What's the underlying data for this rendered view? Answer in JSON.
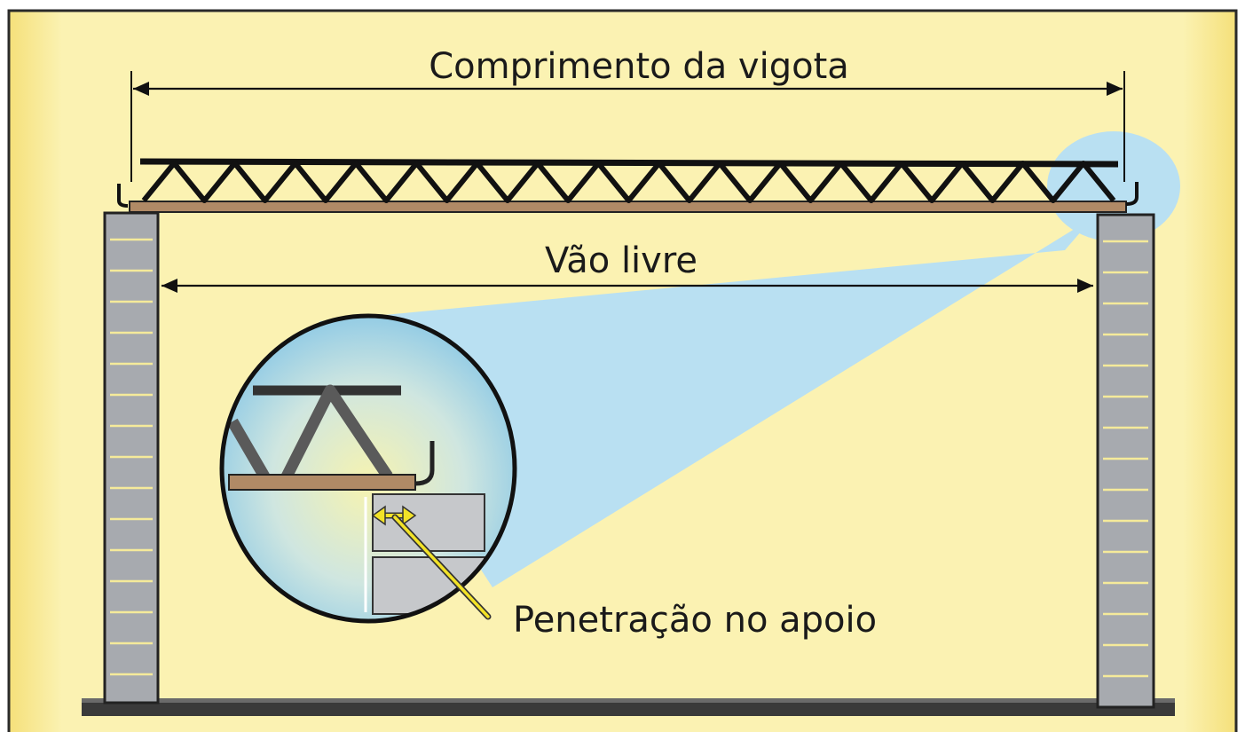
{
  "labels": {
    "beam_length": "Comprimento da vigota",
    "clear_span": "Vão livre",
    "support_penetration": "Penetração no apoio"
  },
  "colors": {
    "background": "#fbf2b2",
    "frame": "#2a2a2a",
    "lattice": "#1a1a1a",
    "plank": "#b08a66",
    "brick": "#a7aaaf",
    "mortar": "#f5ea9a",
    "zoom_cone": "#b9e0f2",
    "ground": "#3a3a3a",
    "pointer": "#f2e227"
  }
}
